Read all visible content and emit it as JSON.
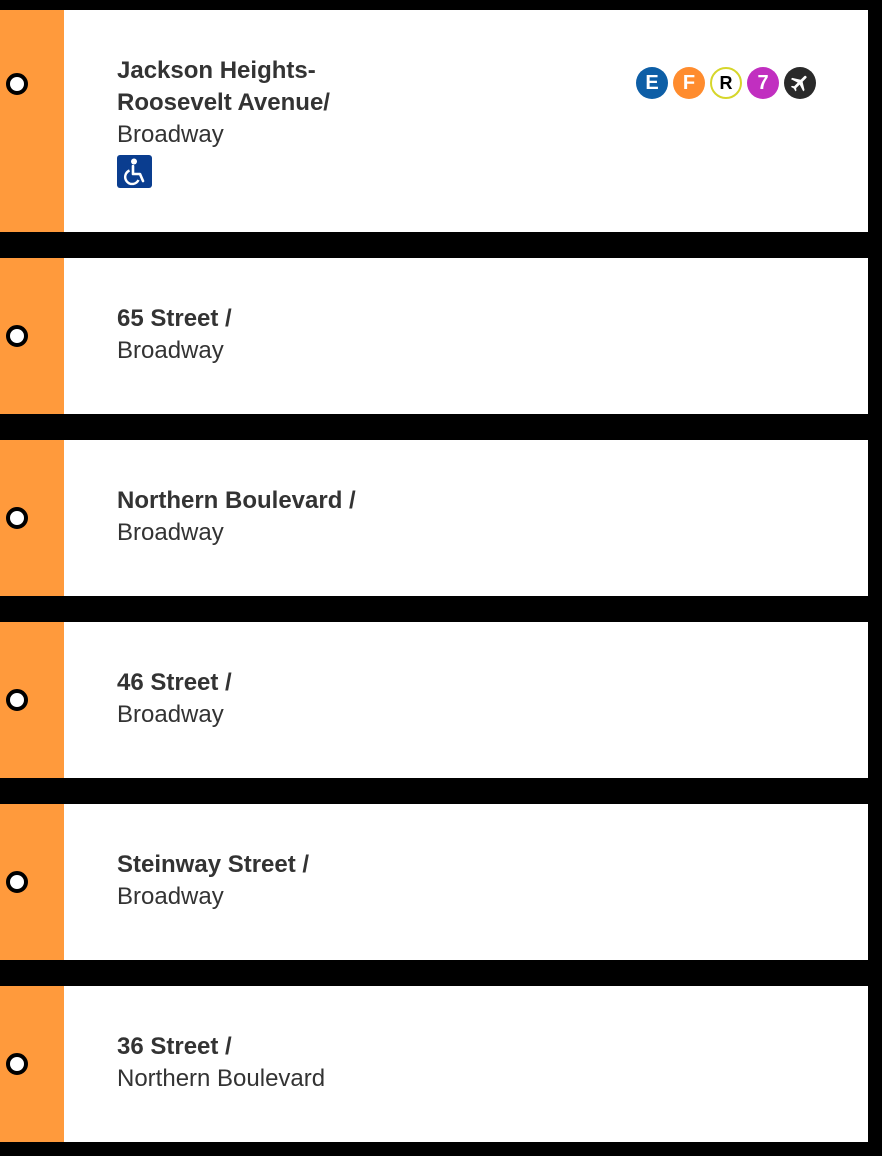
{
  "colors": {
    "line": "#ff9a3c",
    "background": "#000000",
    "card": "#ffffff",
    "text": "#333333",
    "accessible_badge": "#0a3d8f"
  },
  "stations": [
    {
      "name": "Jackson Heights-\nRoosevelt Avenue/",
      "street": "Broadway",
      "accessible": true,
      "accessible_icon": "wheelchair-icon",
      "routes": [
        {
          "label": "E",
          "color": "#0d5ea6"
        },
        {
          "label": "F",
          "color": "#ff8c2e"
        },
        {
          "label": "R",
          "color": "#ffffff"
        },
        {
          "label": "7",
          "color": "#c12fc0"
        }
      ],
      "airport_icon": "airplane-icon"
    },
    {
      "name": "65 Street /",
      "street": "Broadway"
    },
    {
      "name": "Northern Boulevard /",
      "street": "Broadway"
    },
    {
      "name": "46 Street /",
      "street": "Broadway"
    },
    {
      "name": "Steinway Street /",
      "street": "Broadway"
    },
    {
      "name": "36 Street /",
      "street": "Northern Boulevard"
    }
  ]
}
